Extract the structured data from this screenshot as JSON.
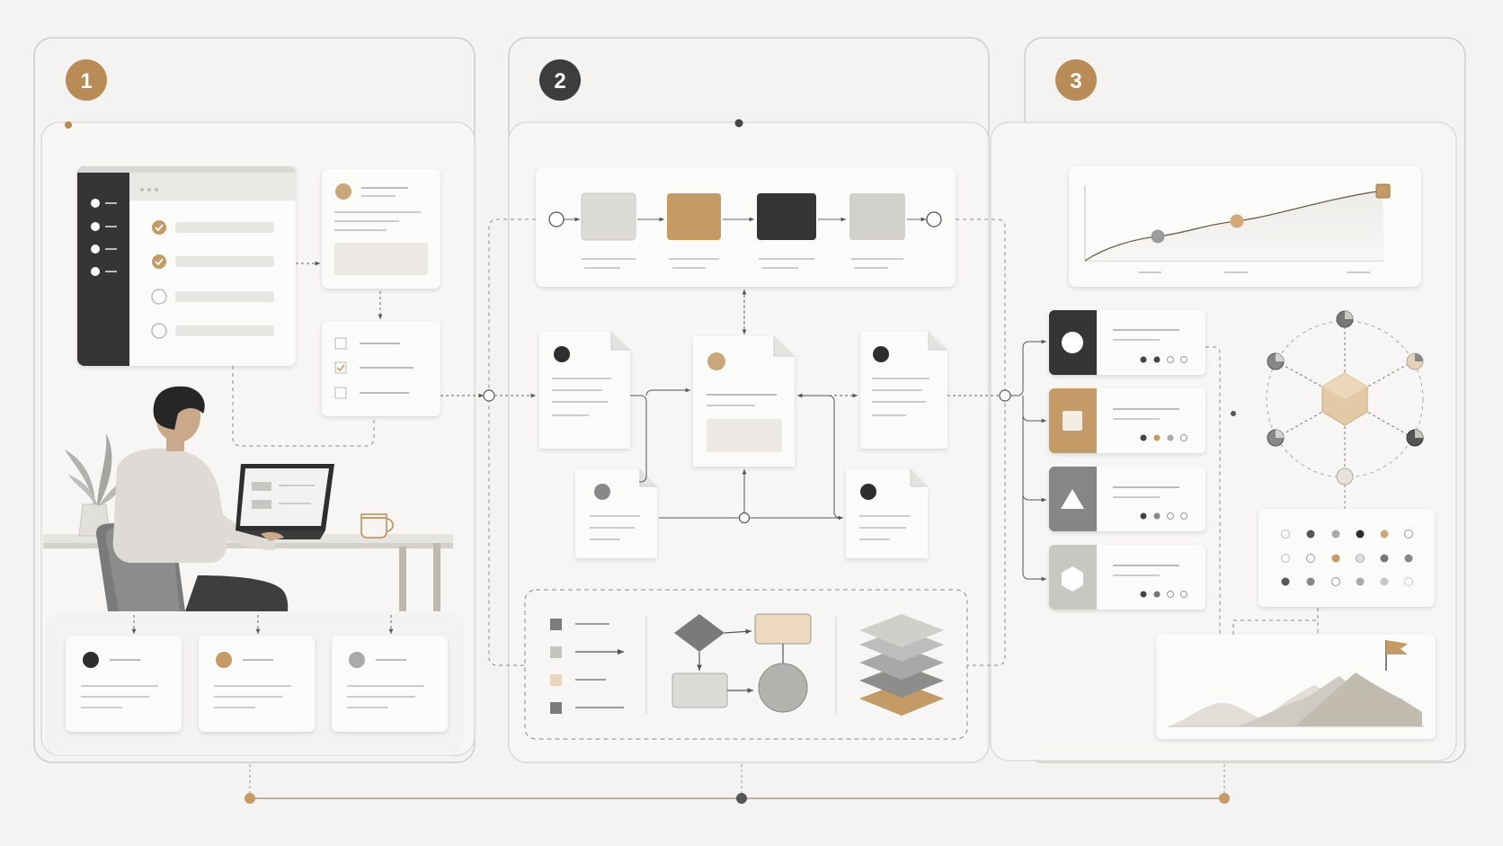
{
  "steps": [
    {
      "number": "1",
      "color": "#b98b57"
    },
    {
      "number": "2",
      "color": "#3d3d3d"
    },
    {
      "number": "3",
      "color": "#b98b57"
    }
  ],
  "colors": {
    "background": "#f4f3f1",
    "card": "#fbfbfa",
    "panel_border": "#cfcdc9",
    "accent": "#c49a66",
    "dark": "#353535",
    "mid_gray": "#9a9a9a",
    "light_gray": "#d6d5d2"
  },
  "icons": [
    "person-at-desk-illustration",
    "laptop-icon",
    "coffee-mug-icon",
    "plant-icon",
    "office-chair-icon",
    "checklist-app-icon",
    "document-icon",
    "flowchart-icon",
    "layers-icon",
    "line-chart-icon",
    "hexagon-network-icon",
    "mountain-flag-icon",
    "dot-matrix-icon"
  ]
}
